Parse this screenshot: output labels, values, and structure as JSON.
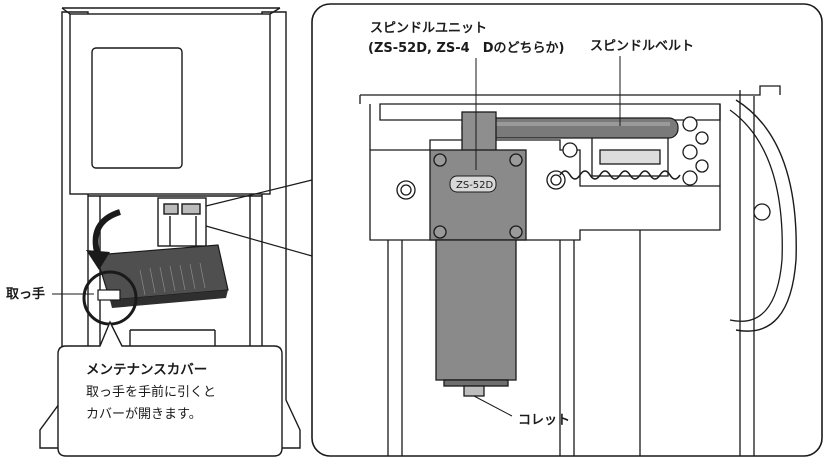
{
  "labels": {
    "spindle_unit": "スピンドルユニット",
    "spindle_unit_models": "(ZS-52D, ZS-4　Dのどちらか)",
    "spindle_belt": "スピンドルベルト",
    "collet": "コレット",
    "handle": "取っ手",
    "unit_tag": "ZS-52D"
  },
  "callout": {
    "title": "メンテナンスカバー",
    "line1": "取っ手を手前に引くと",
    "line2": "カバーが開きます。"
  },
  "colors": {
    "line": "#1a1a1a",
    "cover_fill": "#5a5a5a",
    "spindle_fill": "#8a8a8a",
    "spindle_dark": "#6e6e6e",
    "belt_fill": "#7a7a7a",
    "panel_bg": "#ffffff"
  }
}
